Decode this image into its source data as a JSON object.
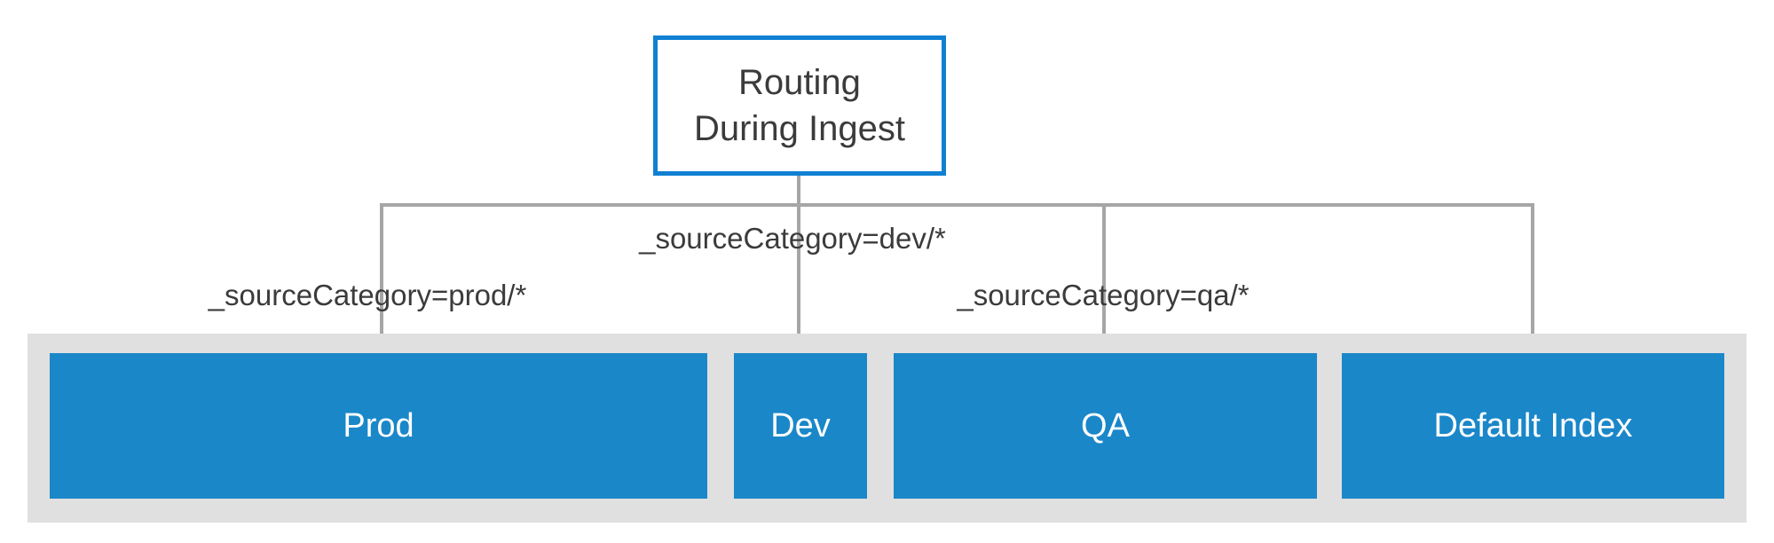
{
  "colors": {
    "accent-blue": "#1080d2",
    "node-blue": "#1a87c9",
    "container-gray": "#e0e0e0",
    "line-gray": "#a6a6a6",
    "text-dark": "#3b3b3b"
  },
  "diagram": {
    "root": {
      "title": "Routing\nDuring Ingest"
    },
    "edge_labels": {
      "prod": "_sourceCategory=prod/*",
      "dev": "_sourceCategory=dev/*",
      "qa": "_sourceCategory=qa/*"
    },
    "nodes": {
      "prod": "Prod",
      "dev": "Dev",
      "qa": "QA",
      "default_index": "Default Index"
    }
  }
}
